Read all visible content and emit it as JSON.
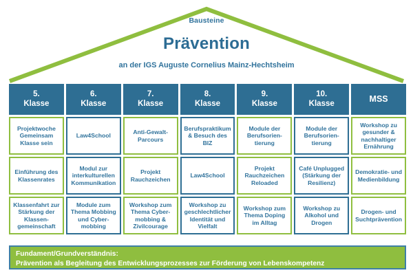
{
  "roof": {
    "eyebrow": "Bausteine",
    "headline": "Prävention",
    "subline": "an der IGS Auguste Cornelius Mainz-Hechtsheim"
  },
  "colors": {
    "green": "#8fbe3f",
    "blue": "#2e6e93",
    "text_blue": "#31739c",
    "white": "#ffffff"
  },
  "columns": [
    {
      "line1": "5.",
      "line2": "Klasse"
    },
    {
      "line1": "6.",
      "line2": "Klasse"
    },
    {
      "line1": "7.",
      "line2": "Klasse"
    },
    {
      "line1": "8.",
      "line2": "Klasse"
    },
    {
      "line1": "9.",
      "line2": "Klasse"
    },
    {
      "line1": "10.",
      "line2": "Klasse"
    },
    {
      "line1": "MSS",
      "line2": ""
    }
  ],
  "rows": [
    [
      "Projektwoche Gemeinsam Klasse sein",
      "Law4School",
      "Anti-Gewalt-Parcours",
      "Berufspraktikum & Besuch des BIZ",
      "Module der Berufsorien-tierung",
      "Module der Berufsorien-tierung",
      "Workshop zu gesunder & nachhaltiger Ernährung"
    ],
    [
      "Einführung des Klassenrates",
      "Modul zur interkulturellen Kommunikation",
      "Projekt Rauchzeichen",
      "Law4School",
      "Projekt Rauchzeichen Reloaded",
      "Café Unplugged (Stärkung der Resilienz)",
      "Demokratie- und Medienbildung"
    ],
    [
      "Klassenfahrt zur Stärkung der Klassen-gemeinschaft",
      "Module zum Thema Mobbing und Cyber-mobbing",
      "Workshop zum Thema Cyber-mobbing & Zivilcourage",
      "Workshop zu geschlechtlicher Identität und Vielfalt",
      "Workshop zum Thema Doping im Alltag",
      "Workshop zu Alkohol und Drogen",
      "Drogen- und Suchtprävention"
    ]
  ],
  "foundation": {
    "line1": "Fundament/Grundverständnis:",
    "line2": "Prävention als Begleitung des Entwicklungsprozesses zur Förderung von Lebenskompetenz"
  }
}
